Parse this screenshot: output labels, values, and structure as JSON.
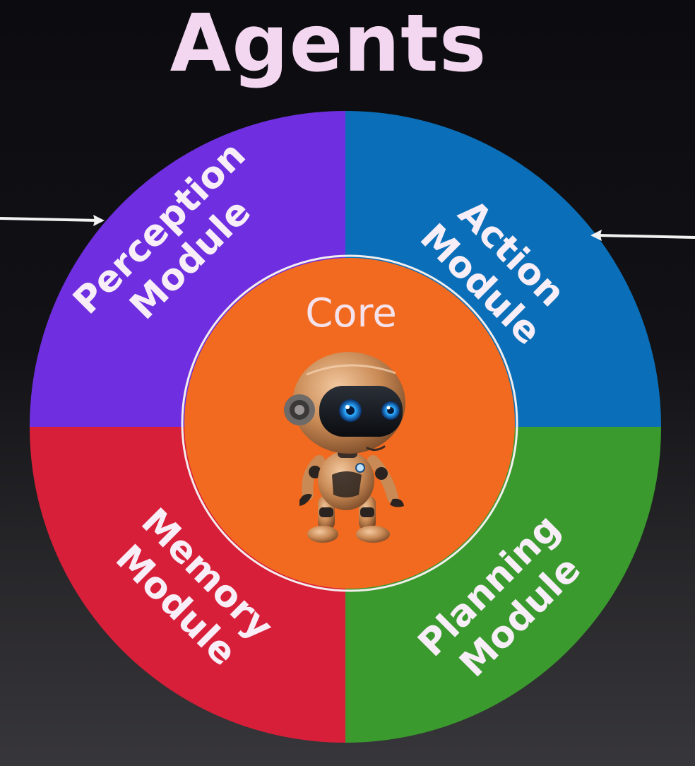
{
  "title": "Agents",
  "modules": {
    "perception": {
      "line1": "Perception",
      "line2": "Module",
      "color": "#6f2fe0"
    },
    "action": {
      "line1": "Action",
      "line2": "Module",
      "color": "#0a6fb8"
    },
    "planning": {
      "line1": "Planning",
      "line2": "Module",
      "color": "#3a9a2e"
    },
    "memory": {
      "line1": "Memory",
      "line2": "Module",
      "color": "#d81f3a"
    }
  },
  "core": {
    "label": "Core",
    "color": "#f26a1f",
    "icon": "robot-icon"
  },
  "arrows": {
    "left": "arrow-right-icon",
    "right": "arrow-left-icon"
  },
  "colors": {
    "title": "#f3d7f0",
    "ring_border": "#f5f0f0"
  }
}
